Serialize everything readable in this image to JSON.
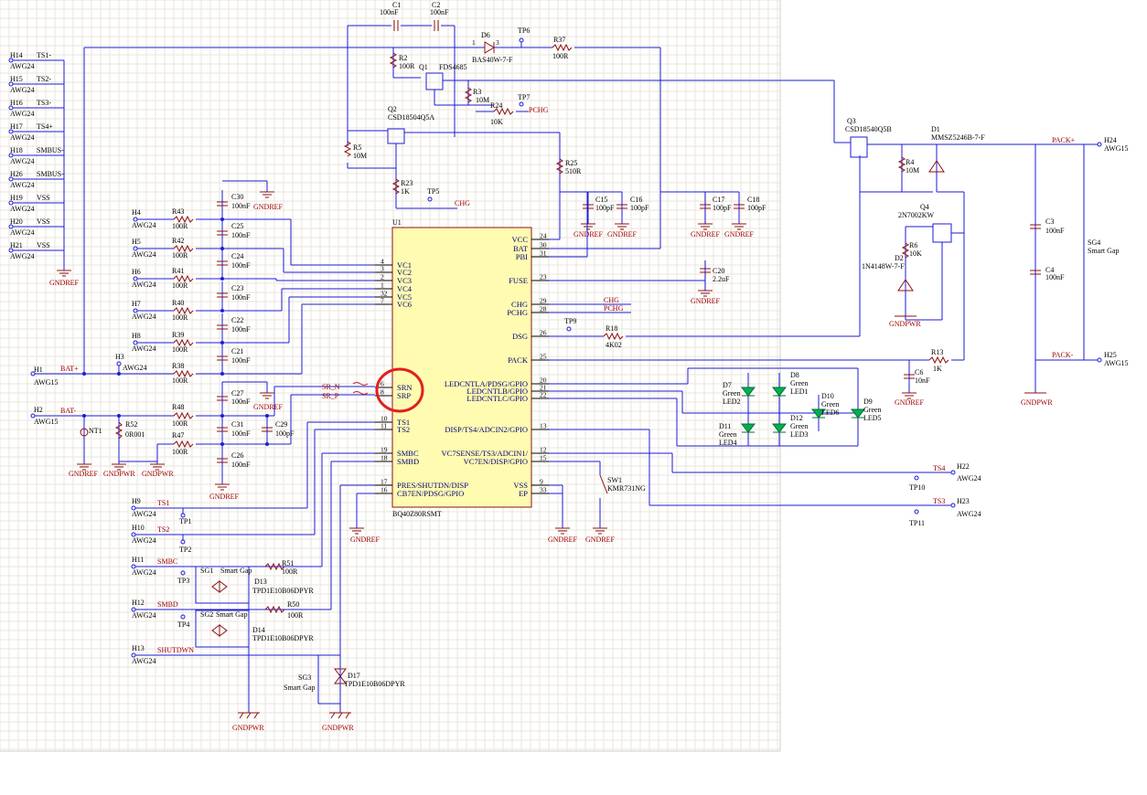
{
  "ic": {
    "ref": "U1",
    "part": "BQ40Z80RSMT",
    "left_pins": [
      {
        "num": "4",
        "name": "VC1"
      },
      {
        "num": "3",
        "name": "VC2"
      },
      {
        "num": "2",
        "name": "VC3"
      },
      {
        "num": "1",
        "name": "VC4"
      },
      {
        "num": "32",
        "name": "VC5"
      },
      {
        "num": "7",
        "name": "VC6"
      },
      {
        "num": "6",
        "name": "SRN"
      },
      {
        "num": "8",
        "name": "SRP"
      },
      {
        "num": "10",
        "name": "TS1"
      },
      {
        "num": "11",
        "name": "TS2"
      },
      {
        "num": "19",
        "name": "SMBC"
      },
      {
        "num": "18",
        "name": "SMBD"
      },
      {
        "num": "17",
        "name": "PRES/SHUTDN/DISP"
      },
      {
        "num": "16",
        "name": "CB7EN/PDSG/GPIO"
      }
    ],
    "right_pins": [
      {
        "num": "24",
        "name": "VCC"
      },
      {
        "num": "30",
        "name": "BAT"
      },
      {
        "num": "31",
        "name": "PBI"
      },
      {
        "num": "23",
        "name": "FUSE"
      },
      {
        "num": "29",
        "name": "CHG"
      },
      {
        "num": "28",
        "name": "PCHG"
      },
      {
        "num": "26",
        "name": "DSG"
      },
      {
        "num": "25",
        "name": "PACK"
      },
      {
        "num": "20",
        "name": "LEDCNTLA/PDSG/GPIO"
      },
      {
        "num": "21",
        "name": "LEDCNTLB/GPIO"
      },
      {
        "num": "22",
        "name": "LEDCNTLC/GPIO"
      },
      {
        "num": "13",
        "name": "DISP/TS4/ADCIN2/GPIO"
      },
      {
        "num": "12",
        "name": "VC7SENSE/TS3/ADCIN1/"
      },
      {
        "num": "15",
        "name": "VC7EN/DISP/GPIO"
      },
      {
        "num": "9",
        "name": "VSS"
      },
      {
        "num": "33",
        "name": "EP"
      }
    ]
  },
  "connectors_left": [
    {
      "ref": "H14",
      "type": "AWG24",
      "net": "TS1-"
    },
    {
      "ref": "H15",
      "type": "AWG24",
      "net": "TS2-"
    },
    {
      "ref": "H16",
      "type": "AWG24",
      "net": "TS3-"
    },
    {
      "ref": "H17",
      "type": "AWG24",
      "net": "TS4+"
    },
    {
      "ref": "H18",
      "type": "AWG24",
      "net": "SMBUS-"
    },
    {
      "ref": "H26",
      "type": "AWG24",
      "net": "SMBUS-"
    },
    {
      "ref": "H19",
      "type": "AWG24",
      "net": "VSS"
    },
    {
      "ref": "H20",
      "type": "AWG24",
      "net": "VSS"
    },
    {
      "ref": "H21",
      "type": "AWG24",
      "net": "VSS"
    }
  ],
  "cell_taps": [
    {
      "h": "H4",
      "h_type": "AWG24",
      "r": "R43",
      "r_val": "100R",
      "c": "C30",
      "c_val": "100nF"
    },
    {
      "h": "H5",
      "h_type": "AWG24",
      "r": "R42",
      "r_val": "100R",
      "c": "C25",
      "c_val": "100nF"
    },
    {
      "h": "H6",
      "h_type": "AWG24",
      "r": "R41",
      "r_val": "100R",
      "c": "C24",
      "c_val": "100nF"
    },
    {
      "h": "H7",
      "h_type": "AWG24",
      "r": "R40",
      "r_val": "100R",
      "c": "C23",
      "c_val": "100nF"
    },
    {
      "h": "H8",
      "h_type": "AWG24",
      "r": "R39",
      "r_val": "100R",
      "c": "C22",
      "c_val": "100nF"
    },
    {
      "h": "H3",
      "h_type": "AWG24",
      "r": "R38",
      "r_val": "100R",
      "c": "C21",
      "c_val": "100nF"
    }
  ],
  "bat_plus": {
    "h": "H1",
    "h_type": "AWG15",
    "net": "BAT+"
  },
  "bat_minus": {
    "h": "H2",
    "h_type": "AWG15",
    "net": "BAT-"
  },
  "sense": {
    "r48": "R48",
    "r48_val": "100R",
    "r47": "R47",
    "r47_val": "100R",
    "c27": "C27",
    "c27_val": "100nF",
    "c31": "C31",
    "c31_val": "100nF",
    "c26": "C26",
    "c26_val": "100nF",
    "c29": "C29",
    "c29_val": "100pF",
    "r52": "R52",
    "r52_val": "0R001",
    "nt1": "NT1",
    "sr_n": "SR_N",
    "sr_p": "SR_P"
  },
  "top": {
    "c1": "C1",
    "c1_val": "100nF",
    "c2": "C2",
    "c2_val": "100nF",
    "d6": "D6",
    "d6_part": "BAS40W-7-F",
    "tp6": "TP6",
    "r37": "R37",
    "r37_val": "100R",
    "r2": "R2",
    "r2_val": "100R",
    "q1": "Q1",
    "q1_part": "FDS4685",
    "r3": "R3",
    "r3_val": "10M",
    "tp7": "TP7",
    "r24": "R24",
    "r24_val": "10K",
    "pchg": "PCHG",
    "q2": "Q2",
    "q2_part": "CSD18504Q5A",
    "r5": "R5",
    "r5_val": "10M",
    "r23": "R23",
    "r23_val": "1K",
    "tp5": "TP5",
    "chg": "CHG",
    "r25": "R25",
    "r25_val": "510R",
    "c15": "C15",
    "c15_val": "100pF",
    "c16": "C16",
    "c16_val": "100pF",
    "c17": "C17",
    "c17_val": "100pF",
    "c18": "C18",
    "c18_val": "100pF",
    "c20": "C20",
    "c20_val": "2.2uF",
    "q3": "Q3",
    "q3_part": "CSD18540Q5B",
    "r4": "R4",
    "r4_val": "10M",
    "d1": "D1",
    "d1_part": "MMSZ5246B-7-F",
    "q4": "Q4",
    "q4_part": "2N7002KW",
    "r6": "R6",
    "r6_val": "10K",
    "d2": "D2",
    "d2_part": "1N4148W-7-F",
    "tp9": "TP9",
    "r18": "R18",
    "r18_val": "4K02",
    "r13": "R13",
    "r13_val": "1K",
    "c6": "C6",
    "c6_val": "10nF",
    "c3": "C3",
    "c3_val": "100nF",
    "c4": "C4",
    "c4_val": "100nF",
    "sg4": "SG4",
    "sg4_type": "Smart Gap",
    "pack_plus": "PACK+",
    "pack_minus": "PACK-",
    "h24": "H24",
    "h24_type": "AWG15",
    "h25": "H25",
    "h25_type": "AWG15",
    "net_chg": "CHG",
    "net_pchg": "PCHG"
  },
  "leds": [
    {
      "ref": "D7",
      "color": "Green",
      "name": "LED2"
    },
    {
      "ref": "D8",
      "color": "Green",
      "name": "LED1"
    },
    {
      "ref": "D10",
      "color": "Green",
      "name": "LED6"
    },
    {
      "ref": "D9",
      "color": "Green",
      "name": "LED5"
    },
    {
      "ref": "D11",
      "color": "Green",
      "name": "LED4"
    },
    {
      "ref": "D12",
      "color": "Green",
      "name": "LED3"
    }
  ],
  "bottom": {
    "tp1": "TP1",
    "tp2": "TP2",
    "tp3": "TP3",
    "tp4": "TP4",
    "tp10": "TP10",
    "tp11": "TP11",
    "h9": "H9",
    "h10": "H10",
    "h11": "H11",
    "h12": "H12",
    "h13": "H13",
    "h22": "H22",
    "h23": "H23",
    "awg24": "AWG24",
    "ts1": "TS1",
    "ts2": "TS2",
    "smbc": "SMBC",
    "smbd": "SMBD",
    "shutdwn": "SHUTDWN",
    "ts3": "TS3",
    "ts4": "TS4",
    "r51": "R51",
    "r51_val": "100R",
    "r50": "R50",
    "r50_val": "100R",
    "sg1": "SG1",
    "sg2": "SG2",
    "sg3": "SG3",
    "smart_gap": "Smart Gap",
    "d13": "D13",
    "d14": "D14",
    "d17": "D17",
    "tvs": "TPD1E10B06DPYR",
    "sw1": "SW1",
    "sw1_part": "KMR731NG"
  },
  "ground_labels": {
    "gndref": "GNDREF",
    "gndpwr": "GNDPWR"
  },
  "annotation": {
    "color": "#e02020",
    "target": "SRN SRP"
  }
}
